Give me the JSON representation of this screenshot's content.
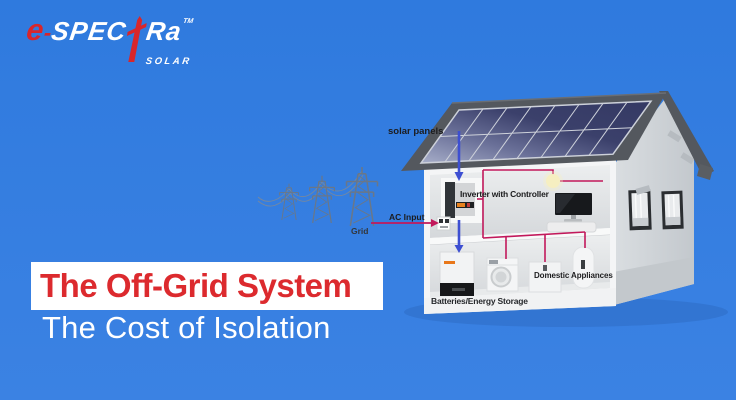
{
  "logo": {
    "e": "e",
    "dash": "-",
    "spec": "SPEC",
    "ra": "Ra",
    "tm": "TM",
    "solar": "SOLAR"
  },
  "headline": {
    "title": "The Off-Grid System",
    "subtitle": "The Cost of Isolation"
  },
  "diagram": {
    "labels": {
      "solar_panels": "solar panels",
      "inverter": "Inverter with Controller",
      "ac_input": "AC Input",
      "grid": "Grid",
      "domestic_appliances": "Domestic Appliances",
      "batteries": "Batteries/Energy Storage"
    }
  },
  "colors": {
    "bg-top": "#2f7ade",
    "bg-bottom": "#3b82e3",
    "title-red": "#dc2a2e",
    "logo-red": "#d8262b",
    "wire-red": "#c2185b",
    "arrow-blue": "#3d4fd2",
    "label-dark": "#1c1c1e"
  }
}
